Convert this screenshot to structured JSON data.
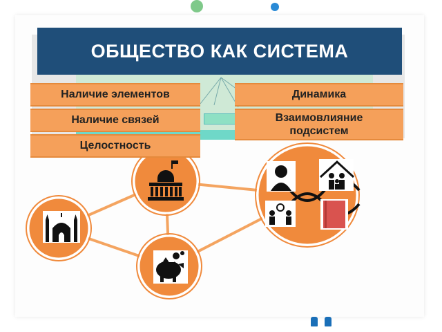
{
  "title": "ОБЩЕСТВО КАК СИСТЕМА",
  "labels": {
    "elements": "Наличие элементов",
    "links": "Наличие связей",
    "integrity": "Целостность",
    "dynamics": "Динамика",
    "interplay_line1": "Взаимовлияние",
    "interplay_line2": "подсистем"
  },
  "nodes": [
    {
      "name": "government",
      "icon": "government-building-icon"
    },
    {
      "name": "religion",
      "icon": "mosque-icon"
    },
    {
      "name": "economy",
      "icon": "piggy-bank-icon"
    },
    {
      "name": "social",
      "icons": [
        "person-icon",
        "family-house-icon",
        "teamwork-icon",
        "book-icon"
      ]
    }
  ],
  "colors": {
    "title_bg": "#1f4e79",
    "node_fill": "#f08a3c",
    "node_border": "#ffffff",
    "connector": "#f4a460",
    "label_bg": "#f5a05a"
  }
}
